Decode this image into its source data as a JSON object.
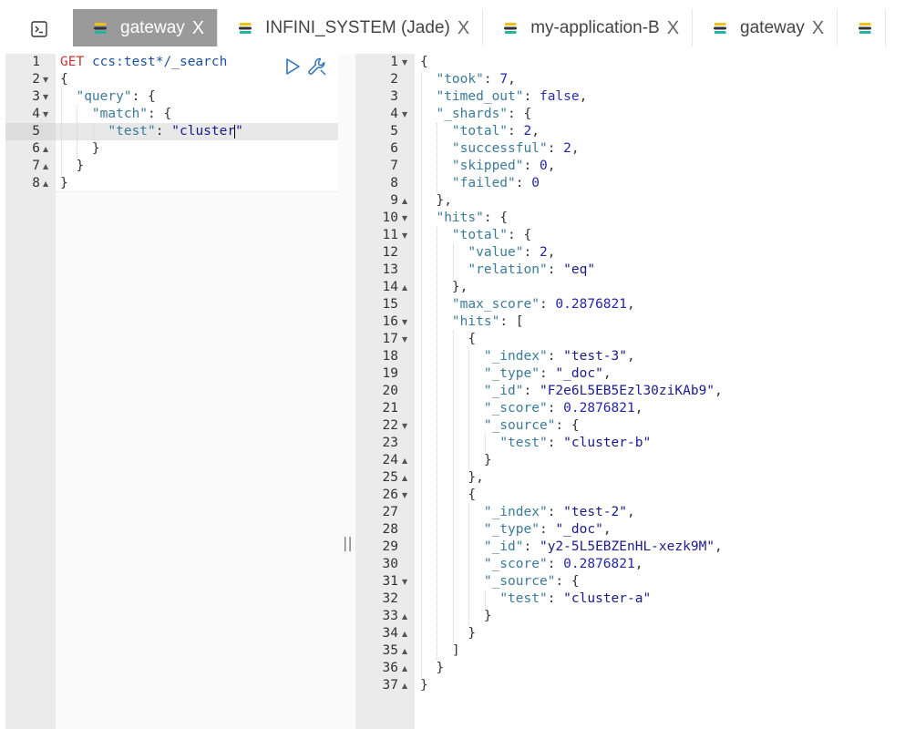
{
  "tabs": [
    {
      "label": "gateway",
      "close": "X",
      "active": true
    },
    {
      "label": "INFINI_SYSTEM (Jade)",
      "close": "X",
      "active": false
    },
    {
      "label": "my-application-B",
      "close": "X",
      "active": false
    },
    {
      "label": "gateway",
      "close": "X",
      "active": false
    }
  ],
  "icons": {
    "console": "terminal-icon",
    "tab_logo": "elasticsearch-logo-icon",
    "run": "play-icon",
    "wrench": "wrench-icon",
    "divider": "resize-handle-icon"
  },
  "colors": {
    "active_tab": "#9a9a9a",
    "keyword_method": "#c33",
    "string": "#1a1a8b"
  },
  "divider_handle": "||",
  "request": {
    "method": "GET",
    "path": "ccs:test*/_search",
    "lines": [
      "{",
      "  \"query\": {",
      "    \"match\": {",
      "      \"test\": \"cluster\"",
      "    }",
      "  }",
      "}"
    ]
  },
  "response": {
    "lines": [
      "{",
      "  \"took\": 7,",
      "  \"timed_out\": false,",
      "  \"_shards\": {",
      "    \"total\": 2,",
      "    \"successful\": 2,",
      "    \"skipped\": 0,",
      "    \"failed\": 0",
      "  },",
      "  \"hits\": {",
      "    \"total\": {",
      "      \"value\": 2,",
      "      \"relation\": \"eq\"",
      "    },",
      "    \"max_score\": 0.2876821,",
      "    \"hits\": [",
      "      {",
      "        \"_index\": \"test-3\",",
      "        \"_type\": \"_doc\",",
      "        \"_id\": \"F2e6L5EB5Ezl30ziKAb9\",",
      "        \"_score\": 0.2876821,",
      "        \"_source\": {",
      "          \"test\": \"cluster-b\"",
      "        }",
      "      },",
      "      {",
      "        \"_index\": \"test-2\",",
      "        \"_type\": \"_doc\",",
      "        \"_id\": \"y2-5L5EBZEnHL-xezk9M\",",
      "        \"_score\": 0.2876821,",
      "        \"_source\": {",
      "          \"test\": \"cluster-a\"",
      "        }",
      "      }",
      "    ]",
      "  }",
      "}"
    ]
  }
}
